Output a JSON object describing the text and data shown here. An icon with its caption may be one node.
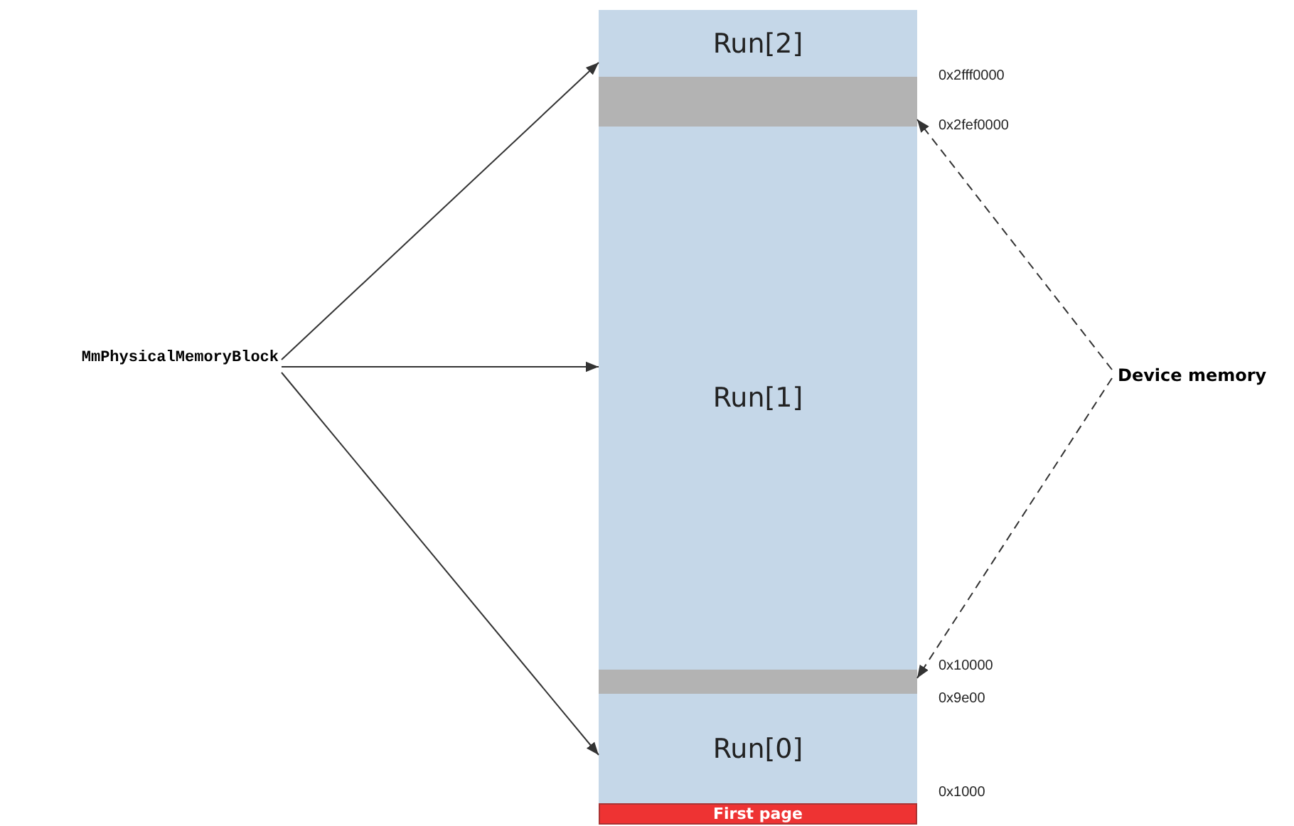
{
  "diagram": {
    "nodes": [
      {
        "text": [
          "MmPhysicalMemoryBlock"
        ]
      },
      {
        "text": [
          "Run[2]"
        ]
      },
      {
        "text": [],
        "shape": "bar"
      },
      {
        "text": [
          "Run[1]"
        ]
      },
      {
        "text": [],
        "shape": "bar"
      },
      {
        "text": [
          "Run[0]"
        ]
      },
      {
        "text": [
          "First page"
        ]
      },
      {
        "text": [
          "Device memory"
        ]
      }
    ],
    "edges": [
      {
        "from": 0,
        "to": 1,
        "arrow": "to"
      },
      {
        "from": 0,
        "to": 3,
        "arrow": "to"
      },
      {
        "from": 0,
        "to": 5,
        "arrow": "to"
      },
      {
        "from": 7,
        "to": 2,
        "arrow": "to",
        "style": "dashed"
      },
      {
        "from": 7,
        "to": 4,
        "arrow": "to",
        "style": "dashed"
      }
    ],
    "labels": [
      "0x2fff0000",
      "0x2fef0000",
      "0x10000",
      "0x9e00",
      "0x1000"
    ]
  }
}
